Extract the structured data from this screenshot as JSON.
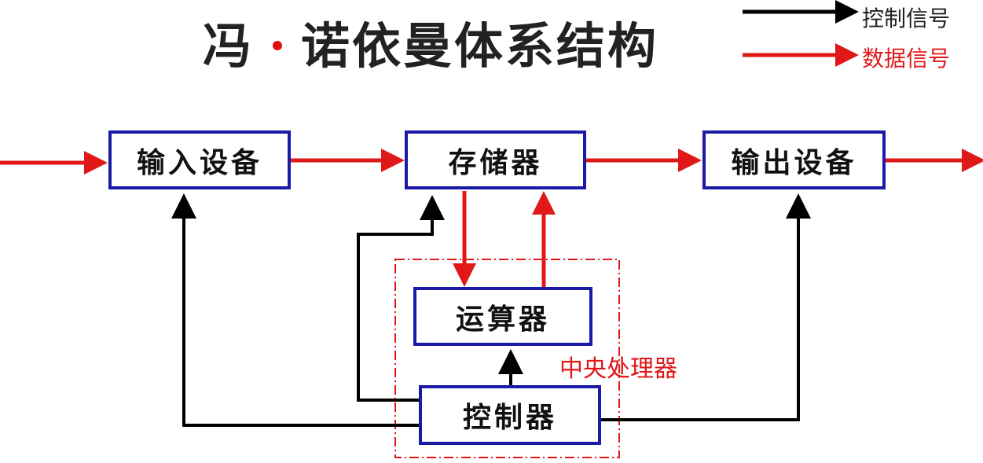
{
  "title": {
    "part1": "冯",
    "part2": "诺依曼体系结构"
  },
  "legend": {
    "control_signal": "控制信号",
    "data_signal": "数据信号"
  },
  "boxes": {
    "input_device": "输入设备",
    "memory": "存储器",
    "output_device": "输出设备",
    "alu": "运算器",
    "controller": "控制器"
  },
  "cpu_label": "中央处理器",
  "colors": {
    "control": "#000000",
    "data": "#e01818",
    "box_border": "#1a1aa6",
    "cpu_border": "#e01818"
  }
}
